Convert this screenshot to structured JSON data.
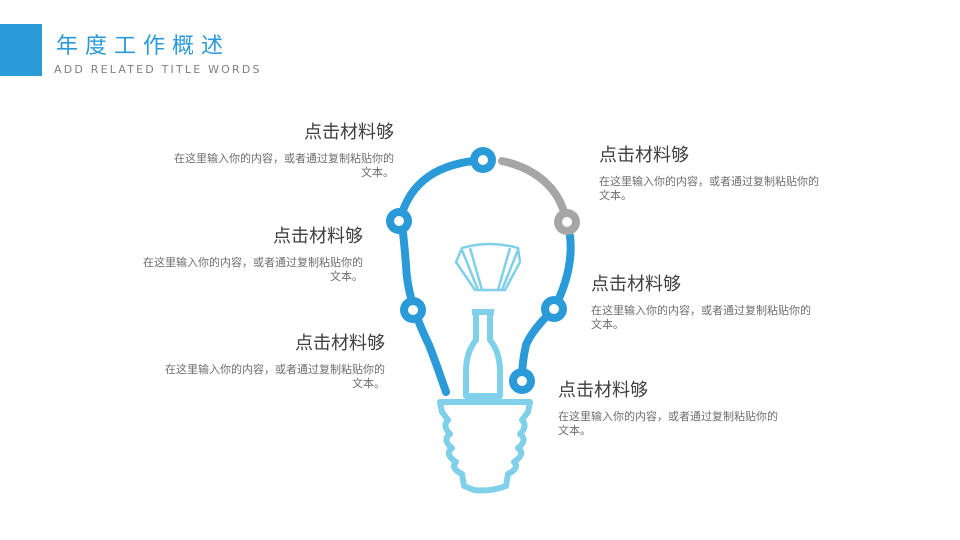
{
  "header": {
    "title": "年度工作概述",
    "subtitle": "ADD RELATED TITLE WORDS"
  },
  "colors": {
    "accent": "#2a9ad8",
    "gray": "#a6a6a6",
    "bulb": "#7fd0e8",
    "heading": "#404040",
    "body": "#6e6e6e"
  },
  "items": [
    {
      "heading": "点击材料够",
      "body": "在这里输入你的内容，或者通过复制粘贴你的文本。"
    },
    {
      "heading": "点击材料够",
      "body": "在这里输入你的内容，或者通过复制粘贴你的文本。"
    },
    {
      "heading": "点击材料够",
      "body": "在这里输入你的内容，或者通过复制粘贴你的文本。"
    },
    {
      "heading": "点击材料够",
      "body": "在这里输入你的内容，或者通过复制粘贴你的文本。"
    },
    {
      "heading": "点击材料够",
      "body": "在这里输入你的内容，或者通过复制粘贴你的文本。"
    },
    {
      "heading": "点击材料够",
      "body": "在这里输入你的内容，或者通过复制粘贴你的文本。"
    }
  ]
}
